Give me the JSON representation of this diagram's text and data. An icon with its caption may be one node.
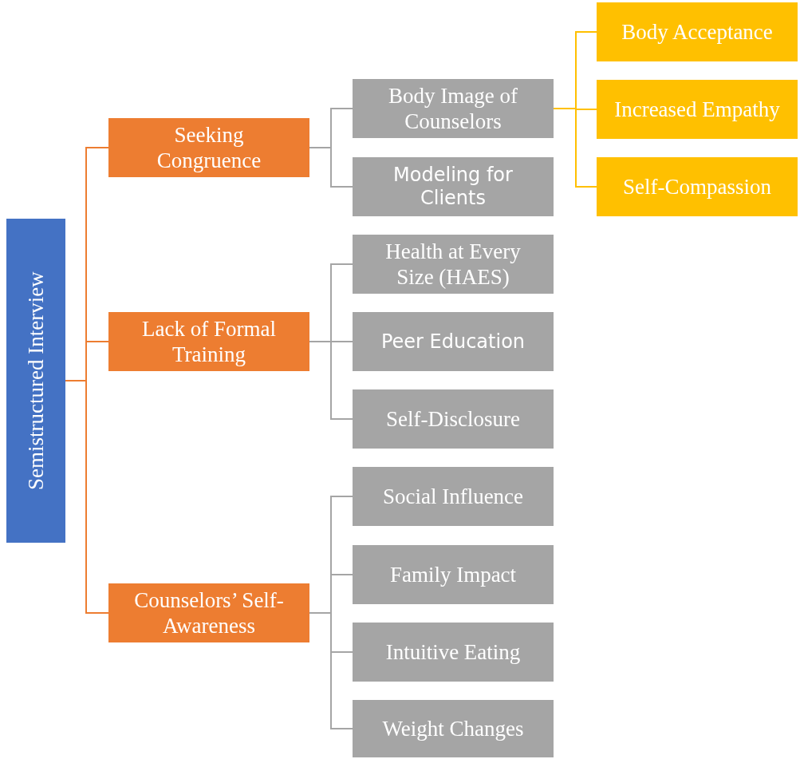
{
  "diagram": {
    "nodes": [
      {
        "text": [
          "Semistructured Interview"
        ]
      },
      {
        "text": [
          "Seeking Congruence"
        ]
      },
      {
        "text": [
          "Lack of Formal Training"
        ]
      },
      {
        "text": [
          "Counselors’ Self-Awareness"
        ]
      },
      {
        "text": [
          "Body Image of Counselors"
        ]
      },
      {
        "text": [
          "Modeling for Clients"
        ]
      },
      {
        "text": [
          "Health at Every Size (HAES)"
        ]
      },
      {
        "text": [
          "Peer Education"
        ]
      },
      {
        "text": [
          "Self-Disclosure"
        ]
      },
      {
        "text": [
          "Social Influence"
        ]
      },
      {
        "text": [
          "Family Impact"
        ]
      },
      {
        "text": [
          "Intuitive Eating"
        ]
      },
      {
        "text": [
          "Weight Changes"
        ]
      },
      {
        "text": [
          "Body Acceptance"
        ]
      },
      {
        "text": [
          "Increased Empathy"
        ]
      },
      {
        "text": [
          "Self-Compassion"
        ]
      }
    ],
    "edges": [
      {
        "from": 0,
        "to": 1,
        "arrow": "none",
        "color": "#ed7d31"
      },
      {
        "from": 0,
        "to": 2,
        "arrow": "none",
        "color": "#ed7d31"
      },
      {
        "from": 0,
        "to": 3,
        "arrow": "none",
        "color": "#ed7d31"
      },
      {
        "from": 1,
        "to": 4,
        "arrow": "none"
      },
      {
        "from": 1,
        "to": 5,
        "arrow": "none"
      },
      {
        "from": 2,
        "to": 6,
        "arrow": "none"
      },
      {
        "from": 2,
        "to": 7,
        "arrow": "none"
      },
      {
        "from": 2,
        "to": 8,
        "arrow": "none"
      },
      {
        "from": 3,
        "to": 9,
        "arrow": "none"
      },
      {
        "from": 3,
        "to": 10,
        "arrow": "none"
      },
      {
        "from": 3,
        "to": 11,
        "arrow": "none"
      },
      {
        "from": 3,
        "to": 12,
        "arrow": "none"
      },
      {
        "from": 4,
        "to": 13,
        "arrow": "none",
        "color": "#ffc000"
      },
      {
        "from": 4,
        "to": 14,
        "arrow": "none",
        "color": "#ffc000"
      },
      {
        "from": 4,
        "to": 15,
        "arrow": "none",
        "color": "#ffc000"
      }
    ]
  }
}
